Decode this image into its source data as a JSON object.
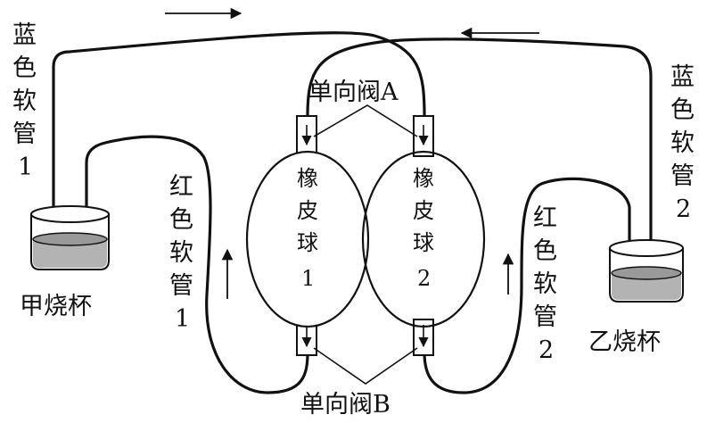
{
  "labels": {
    "blue_tube_1": [
      "蓝",
      "色",
      "软",
      "管",
      "1"
    ],
    "blue_tube_2": [
      "蓝",
      "色",
      "软",
      "管",
      "2"
    ],
    "red_tube_1": [
      "红",
      "色",
      "软",
      "管",
      "1"
    ],
    "red_tube_2": [
      "红",
      "色",
      "软",
      "管",
      "2"
    ],
    "valve_a": "单向阀A",
    "valve_b": "单向阀B",
    "ball_1": [
      "橡",
      "皮",
      "球",
      "1"
    ],
    "ball_2": [
      "橡",
      "皮",
      "球",
      "2"
    ],
    "beaker_jia": "甲烧杯",
    "beaker_yi": "乙烧杯"
  },
  "colors": {
    "ink": "#111111",
    "liquid": "#b3b3b3",
    "background": "#ffffff"
  }
}
